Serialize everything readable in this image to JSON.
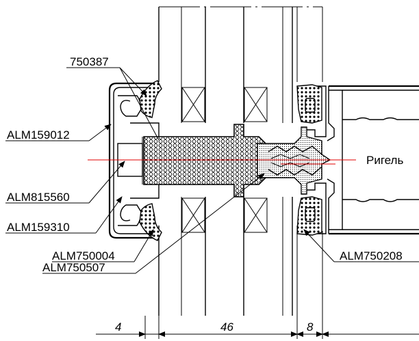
{
  "labels": {
    "part_750387": "750387",
    "part_ALM159012": "ALM159012",
    "part_ALM815560": "ALM815560",
    "part_ALM159310": "ALM159310",
    "part_ALM750004": "ALM750004",
    "part_ALM750507": "ALM750507",
    "part_ALM750208": "ALM750208",
    "rigel": "Ригель"
  },
  "dimensions": {
    "d1": "4",
    "d2": "46",
    "d3": "8"
  },
  "colors": {
    "lines": "#000000",
    "axis": "#e00000",
    "background": "#ffffff"
  }
}
